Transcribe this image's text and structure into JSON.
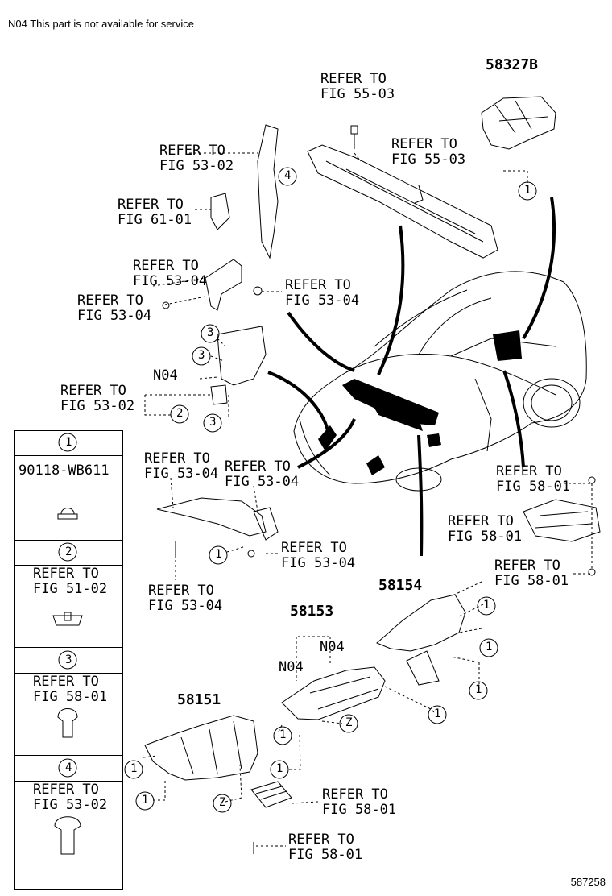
{
  "note": "N04  This part is not available for service",
  "figure_id": "587258",
  "refs": {
    "fig55_a": "REFER TO\nFIG 55-03",
    "fig55_b": "REFER TO\nFIG 55-03",
    "fig53_02_top": "REFER TO\nFIG 53-02",
    "fig61": "REFER TO\nFIG 61-01",
    "fig53_04_a": "REFER TO\nFIG 53-04",
    "fig53_04_b": "REFER TO\nFIG 53-04",
    "fig53_04_c": "REFER TO\nFIG 53-04",
    "fig53_02_mid": "REFER TO\nFIG 53-02",
    "fig53_04_d": "REFER TO\nFIG 53-04",
    "fig53_04_e": "REFER TO\nFIG 53-04",
    "fig53_04_f": "REFER TO\nFIG 53-04",
    "fig53_04_g": "REFER TO\nFIG 53-04",
    "fig58_a": "REFER TO\nFIG 58-01",
    "fig58_b": "REFER TO\nFIG 58-01",
    "fig58_c": "REFER TO\nFIG 58-01",
    "fig58_d": "REFER TO\nFIG 58-01",
    "fig58_e": "REFER TO\nFIG 58-01"
  },
  "parts": {
    "p58327b": "58327B",
    "p58154": "58154",
    "p58153": "58153",
    "p58151": "58151",
    "n04_a": "N04",
    "n04_b": "N04",
    "n04_c": "N04"
  },
  "callouts": {
    "c1": "1",
    "c2": "2",
    "c3": "3",
    "c4": "4",
    "z": "Z"
  },
  "legend": [
    {
      "num": "1",
      "text": "90118-WB611"
    },
    {
      "num": "2",
      "text": "REFER TO\nFIG 51-02"
    },
    {
      "num": "3",
      "text": "REFER TO\nFIG 58-01"
    },
    {
      "num": "4",
      "text": "REFER TO\nFIG 53-02"
    }
  ]
}
